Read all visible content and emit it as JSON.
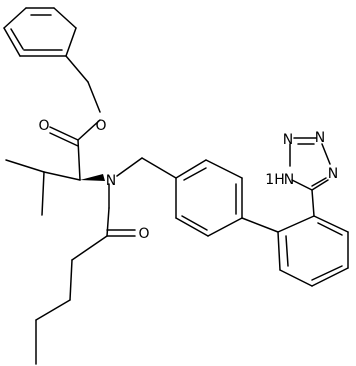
{
  "labels": {
    "o_ester_carbonyl": "O",
    "o_ester_bridge": "O",
    "n_amide": "N",
    "o_amide": "O",
    "nh_tetrazole": "1H",
    "n_2": "N",
    "n_3": "N",
    "n_4": "N",
    "n_5": "N"
  },
  "colors": {
    "ink": "#000000",
    "background": "#ffffff"
  }
}
